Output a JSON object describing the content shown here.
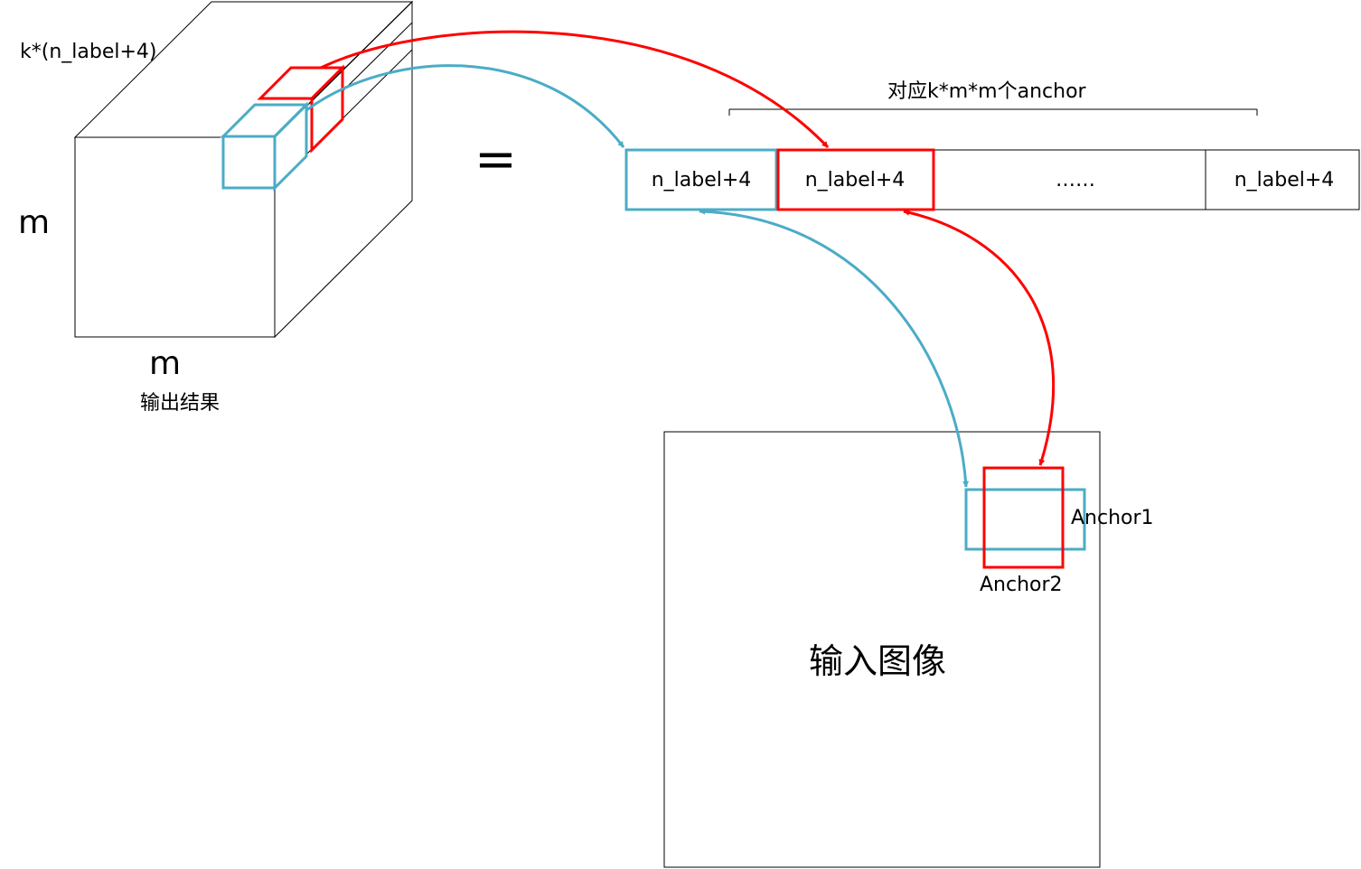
{
  "colors": {
    "anchor1": "#4bacc6",
    "anchor2": "#ff0000",
    "outline": "#000000",
    "background": "#ffffff"
  },
  "output_cube": {
    "depth_label": "k*(n_label+4)",
    "height_label": "m",
    "width_label": "m",
    "caption": "输出结果"
  },
  "equals_sign": "=",
  "vector": {
    "span_label": "对应k*m*m个anchor",
    "cells": [
      "n_label+4",
      "n_label+4",
      "……",
      "n_label+4"
    ]
  },
  "input_image": {
    "caption": "输入图像",
    "anchor1_label": "Anchor1",
    "anchor2_label": "Anchor2"
  }
}
